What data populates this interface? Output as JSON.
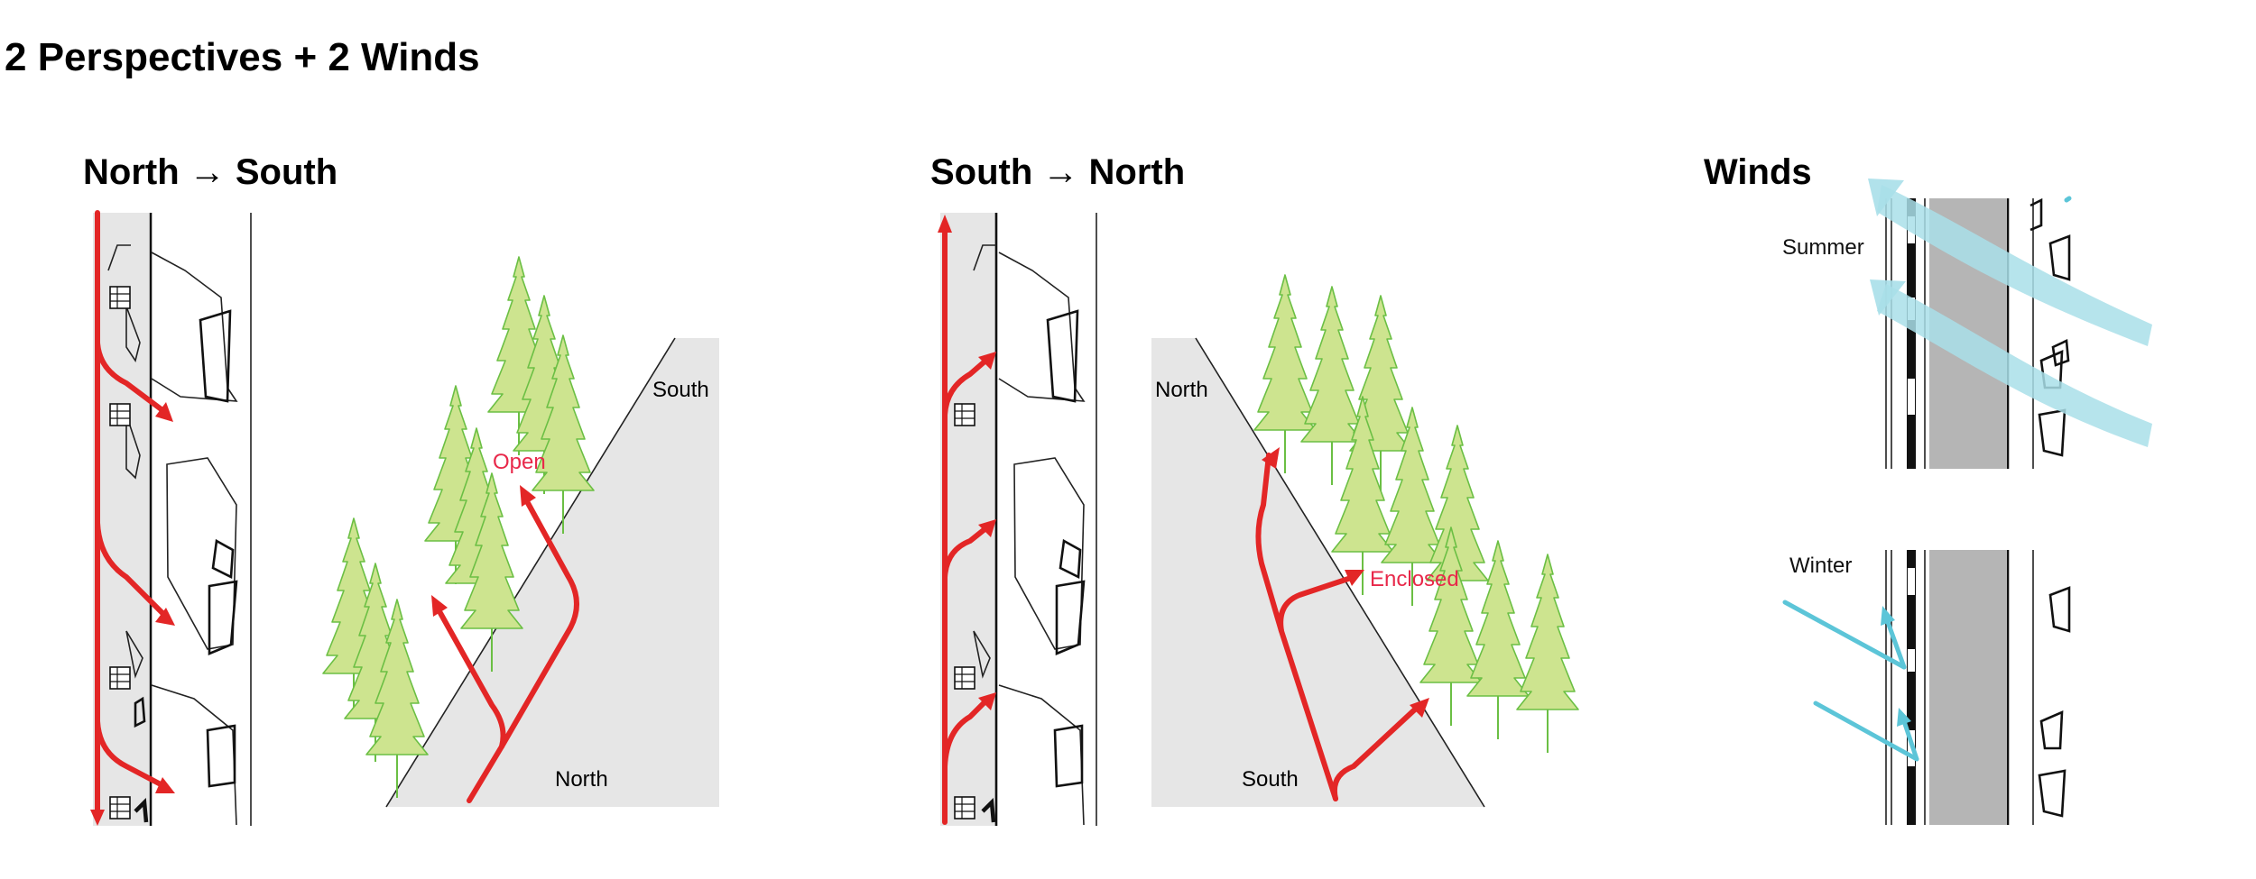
{
  "title": "2 Perspectives + 2 Winds",
  "sections": {
    "north_south": {
      "title": "North → South",
      "labels": {
        "open": "Open",
        "south": "South",
        "north": "North"
      }
    },
    "south_north": {
      "title": "South → North",
      "labels": {
        "enclosed": "Enclosed",
        "north": "North",
        "south": "South"
      }
    },
    "winds": {
      "title": "Winds",
      "labels": {
        "summer": "Summer",
        "winter": "Winter"
      }
    }
  },
  "colors": {
    "path_red": "#e32626",
    "label_red": "#e8284a",
    "tree_fill": "#cde48f",
    "tree_stroke": "#6bbf44",
    "wind_blue": "#5cc5d8",
    "wind_band": "#a9dfe9",
    "ground_gray": "#e6e6e6",
    "road_gray": "#b5b5b5"
  }
}
